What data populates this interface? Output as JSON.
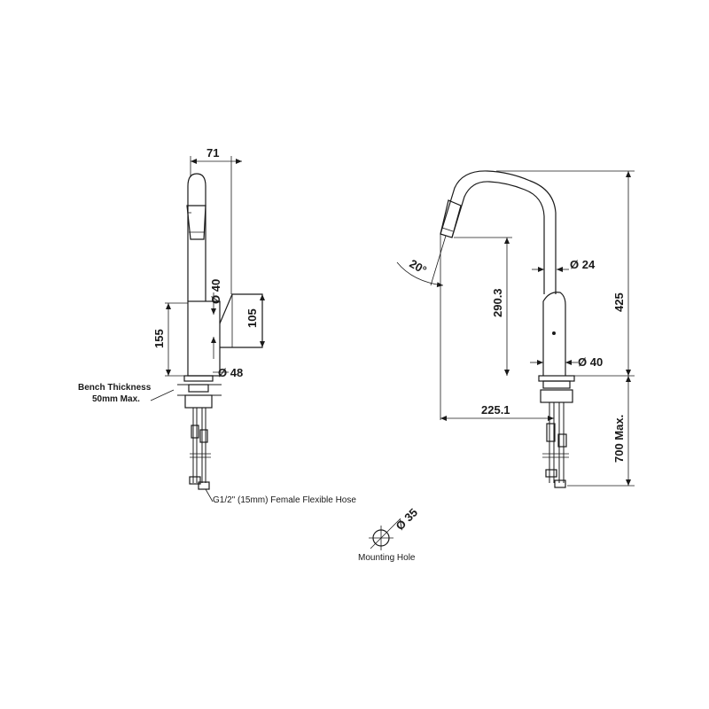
{
  "side_view": {
    "dim_width": "71",
    "dim_body_dia": "Ø 40",
    "dim_height_body": "155",
    "dim_height_lever": "105",
    "dim_base_dia": "Ø 48",
    "bench_label_1": "Bench Thickness",
    "bench_label_2": "50mm Max.",
    "hose_label": "G1/2\" (15mm) Female Flexible Hose"
  },
  "front_view": {
    "dim_angle": "20°",
    "dim_spout_dia": "Ø 24",
    "dim_spout_height": "290.3",
    "dim_total_height": "425",
    "dim_body_dia": "Ø 40",
    "dim_reach": "225.1",
    "dim_below_bench": "700 Max."
  },
  "mounting_hole": {
    "dim": "Ø 35",
    "label": "Mounting Hole"
  }
}
